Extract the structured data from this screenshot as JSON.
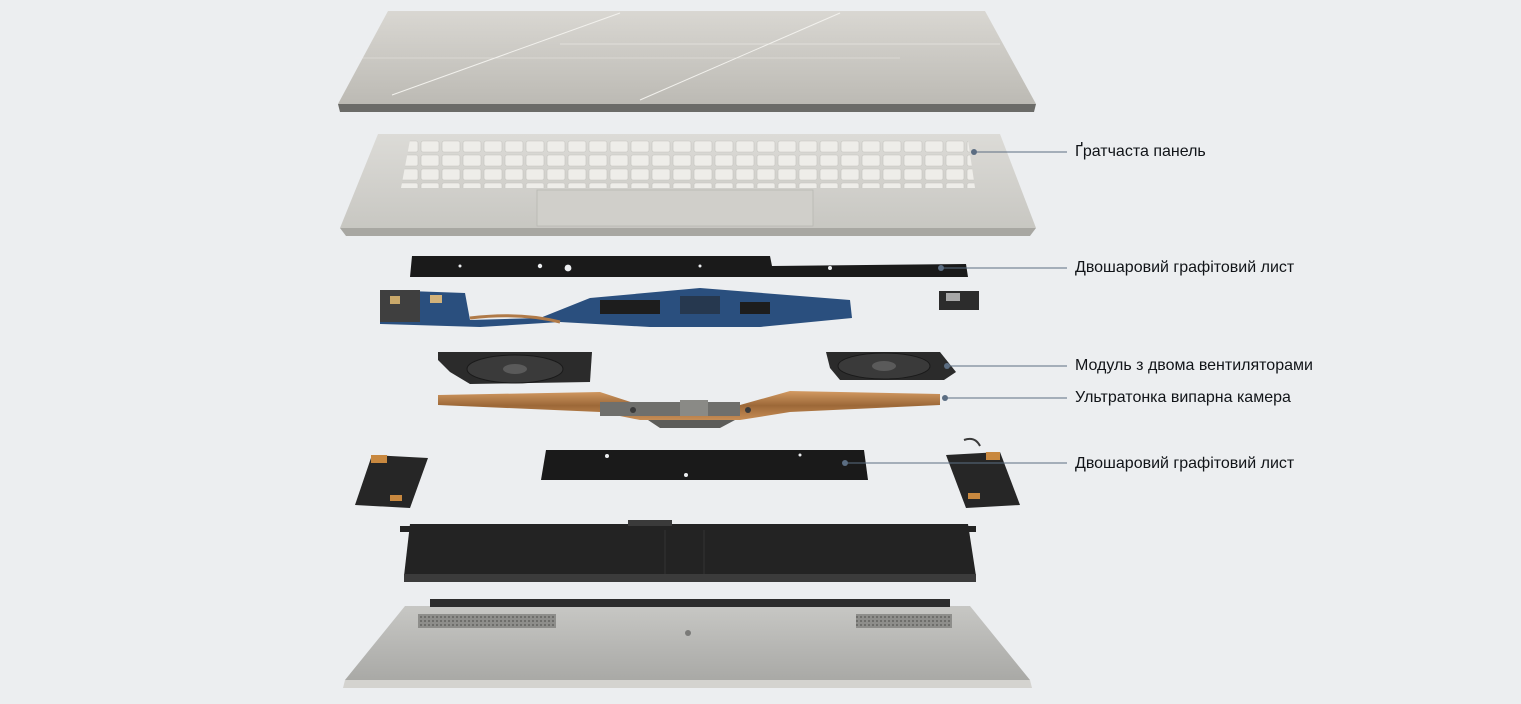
{
  "colors": {
    "background": "#eceef0",
    "leader_line": "#5b6d82",
    "lid": "#c9c7c1",
    "graphite": "#1a1a1a",
    "motherboard": "#2a4f7e",
    "copper": "#b07a48",
    "bottom_case": "#b9b9b6"
  },
  "callouts": [
    {
      "label": "Ґратчаста панель"
    },
    {
      "label": "Двошаровий графітовий лист"
    },
    {
      "label": "Модуль з двома вентиляторами"
    },
    {
      "label": "Ультратонка випарна камера"
    },
    {
      "label": "Двошаровий графітовий лист"
    }
  ]
}
